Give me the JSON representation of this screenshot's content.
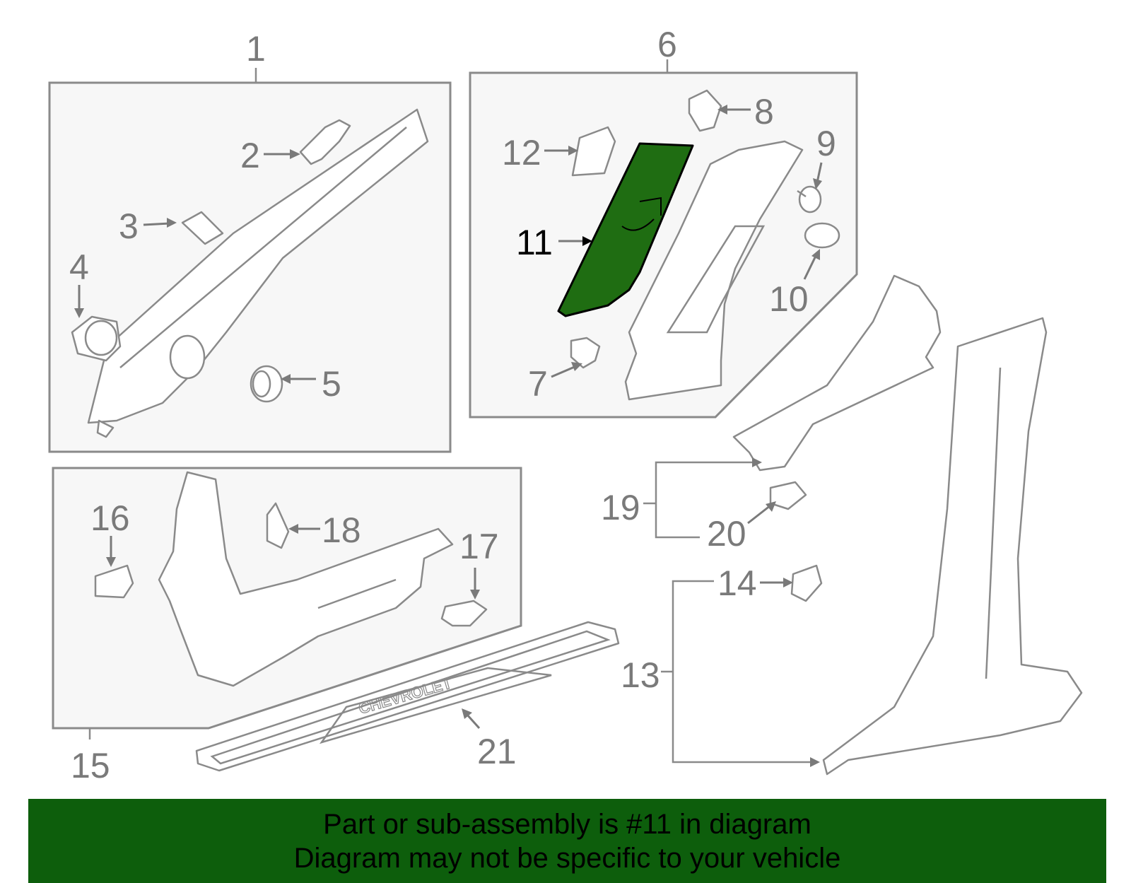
{
  "callouts": [
    {
      "id": "1",
      "label": "1"
    },
    {
      "id": "2",
      "label": "2"
    },
    {
      "id": "3",
      "label": "3"
    },
    {
      "id": "4",
      "label": "4"
    },
    {
      "id": "5",
      "label": "5"
    },
    {
      "id": "6",
      "label": "6"
    },
    {
      "id": "7",
      "label": "7"
    },
    {
      "id": "8",
      "label": "8"
    },
    {
      "id": "9",
      "label": "9"
    },
    {
      "id": "10",
      "label": "10"
    },
    {
      "id": "11",
      "label": "11"
    },
    {
      "id": "12",
      "label": "12"
    },
    {
      "id": "13",
      "label": "13"
    },
    {
      "id": "14",
      "label": "14"
    },
    {
      "id": "15",
      "label": "15"
    },
    {
      "id": "16",
      "label": "16"
    },
    {
      "id": "17",
      "label": "17"
    },
    {
      "id": "18",
      "label": "18"
    },
    {
      "id": "19",
      "label": "19"
    },
    {
      "id": "20",
      "label": "20"
    },
    {
      "id": "21",
      "label": "21"
    }
  ],
  "highlight": {
    "callout": "11",
    "color": "#1f6d12"
  },
  "sill_plate": {
    "brand_text": "CHEVROLET"
  },
  "banner": {
    "color": "#0d5e0c",
    "line1": "Part or sub-assembly is #11 in diagram",
    "line2": "Diagram may not be specific to your vehicle"
  }
}
